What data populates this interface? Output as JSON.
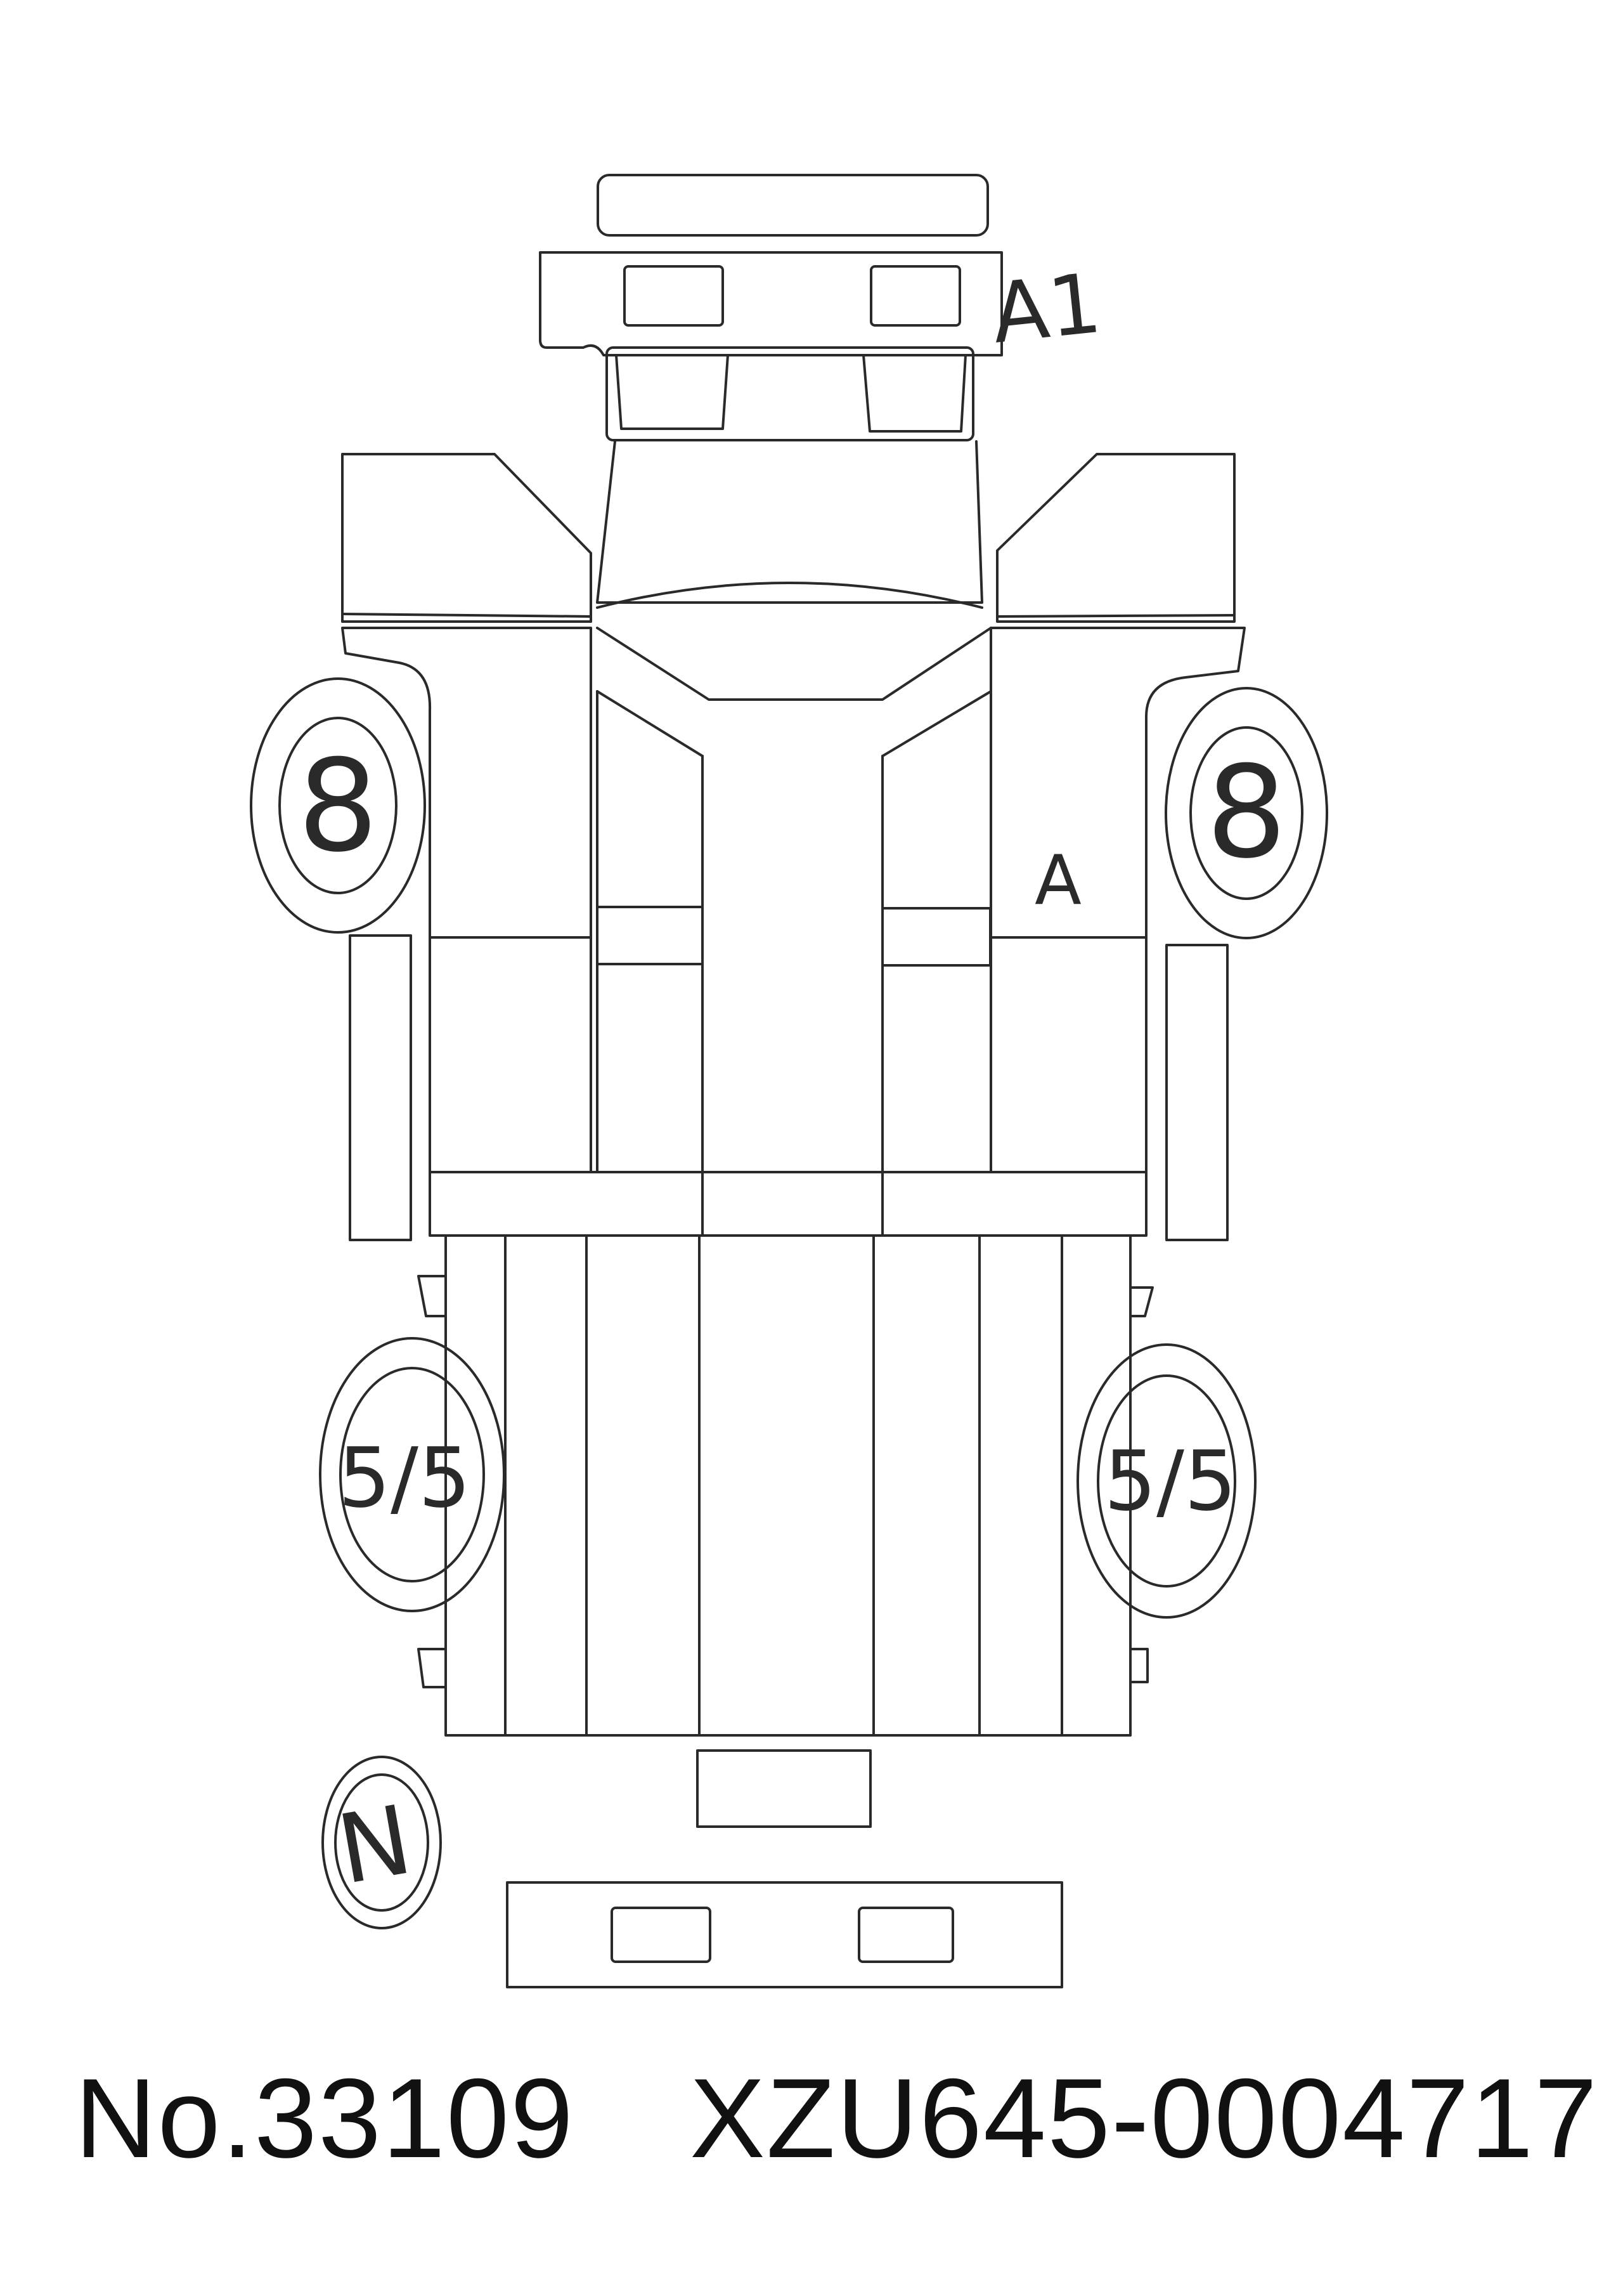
{
  "diagram": {
    "marks": {
      "front_bumper": "A1",
      "right_door": "A",
      "front_left_tire": "8",
      "front_right_tire": "8",
      "rear_left_tire": "5/5",
      "rear_right_tire": "5/5",
      "spare_tire": "N"
    }
  },
  "footer": {
    "lot_number": "No.33109",
    "vin": "XZU645-0004717"
  },
  "colors": {
    "line": "#2a2a2a",
    "text": "#111111",
    "background": "#ffffff"
  }
}
